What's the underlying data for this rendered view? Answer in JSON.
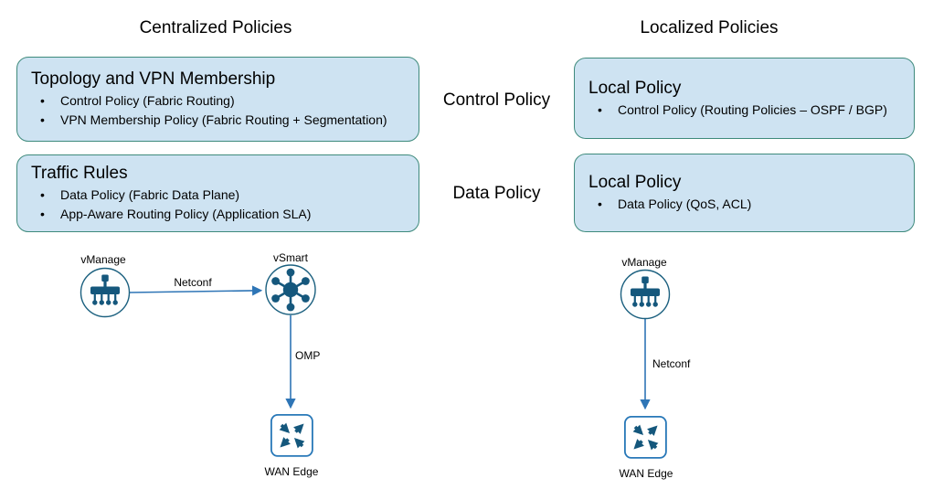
{
  "headers": {
    "centralized": "Centralized Policies",
    "localized": "Localized Policies"
  },
  "row_labels": {
    "control": "Control Policy",
    "data": "Data Policy"
  },
  "boxes": {
    "centralized_control": {
      "heading": "Topology and VPN Membership",
      "bullets": [
        "Control Policy  (Fabric Routing)",
        "VPN Membership Policy (Fabric Routing + Segmentation)"
      ]
    },
    "centralized_data": {
      "heading": "Traffic Rules",
      "bullets": [
        "Data Policy (Fabric Data Plane)",
        "App-Aware Routing Policy (Application SLA)"
      ]
    },
    "localized_control": {
      "heading": "Local Policy",
      "bullets": [
        "Control Policy (Routing Policies – OSPF / BGP)"
      ]
    },
    "localized_data": {
      "heading": "Local Policy",
      "bullets": [
        "Data Policy (QoS, ACL)"
      ]
    }
  },
  "diagrams": {
    "centralized": {
      "vmanage_label": "vManage",
      "vsmart_label": "vSmart",
      "wan_edge_label": "WAN Edge",
      "link_vmanage_vsmart": "Netconf",
      "link_vsmart_wanedge": "OMP"
    },
    "localized": {
      "vmanage_label": "vManage",
      "wan_edge_label": "WAN Edge",
      "link_vmanage_wanedge": "Netconf"
    }
  },
  "colors": {
    "box_fill": "#cee3f2",
    "box_border": "#3e8a7c",
    "icon_dark": "#14577c",
    "connector_blue": "#2e75b6",
    "wan_edge_border": "#2878b8",
    "text": "#000000"
  }
}
